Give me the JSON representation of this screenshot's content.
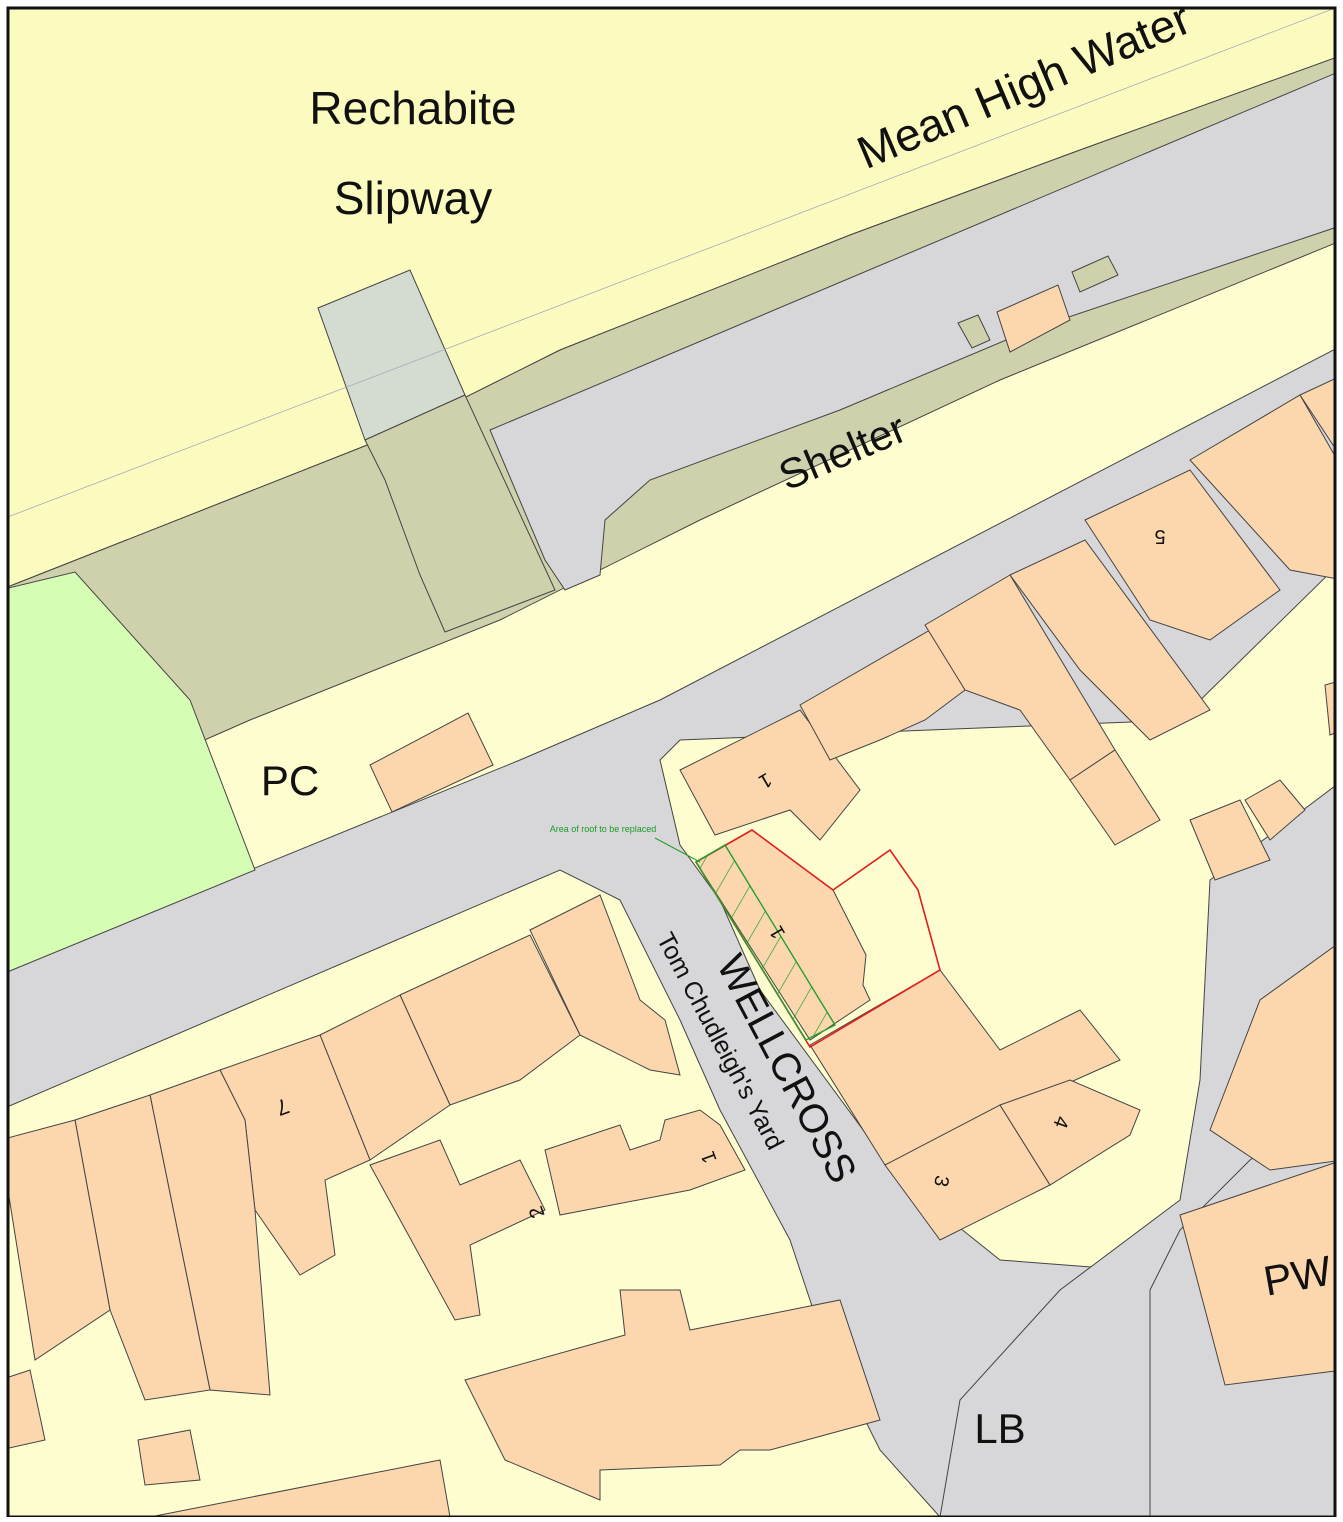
{
  "map": {
    "colors": {
      "foreshore": "#fbfbbf",
      "road": "#d7d7d9",
      "pavement": "#cfd1ad",
      "grass": "#d6fdb4",
      "building": "#fcd7ad",
      "garden": "#fdfdcf",
      "slipway": "#d4dbd0",
      "site_outline": "#e02020",
      "hatch": "#20a030",
      "frame": "#111111"
    },
    "labels": {
      "rechabite": "Rechabite",
      "slipway": "Slipway",
      "mean_high_water": "Mean High Water",
      "shelter": "Shelter",
      "pc": "PC",
      "lb": "LB",
      "pw": "PW",
      "wellcross": "WELLCROSS",
      "tom_chudleighs_yard": "Tom Chudleigh's Yard",
      "roof_note": "Area of roof to be replaced"
    },
    "house_numbers": {
      "n5": "5",
      "n1_top": "1",
      "n1_site": "1",
      "n7": "7",
      "n1_yard": "1",
      "n2": "2",
      "n3": "3",
      "n4": "4"
    }
  }
}
